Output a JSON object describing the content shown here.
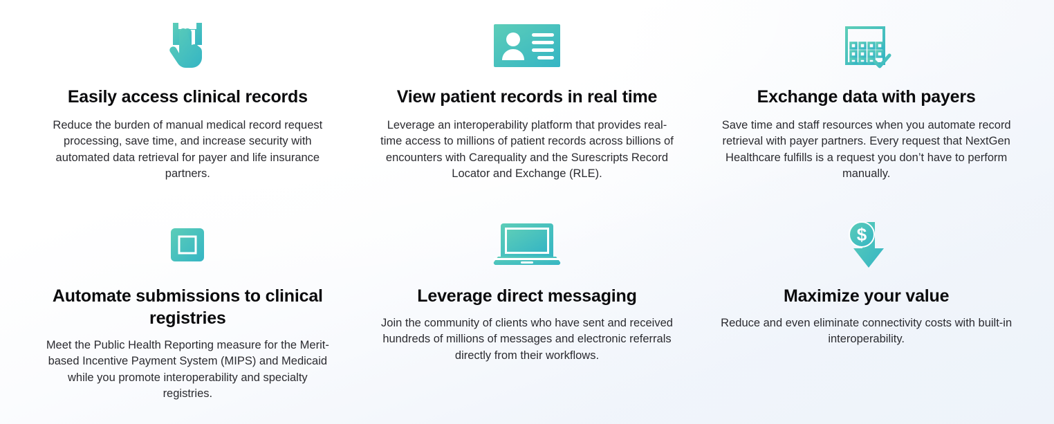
{
  "theme": {
    "accent_light": "#5ccdb8",
    "accent_dark": "#35b5c4",
    "title_color": "#0b0b0d",
    "body_color": "#2b2b30",
    "background_start": "#ffffff",
    "background_end": "#eef3fa"
  },
  "features": [
    {
      "icon": "tap-hand-icon",
      "title": "Easily access clinical records",
      "body": "Reduce the burden of manual medical record request processing, save time, and increase security with automated data retrieval for payer and life insurance partners."
    },
    {
      "icon": "id-card-icon",
      "title": "View patient records in real time",
      "body": "Leverage an interoperability platform that provides real-time access to millions of patient records across billions of encounters with Carequality and the Surescripts Record Locator and Exchange (RLE)."
    },
    {
      "icon": "calendar-check-icon",
      "title": "Exchange data with payers",
      "body": "Save time and staff resources when you automate record retrieval with payer partners. Every request that NextGen Healthcare fulfills is a request you don’t have to perform manually."
    },
    {
      "icon": "microchip-icon",
      "title": "Automate submissions to clinical registries",
      "body": "Meet the Public Health Reporting measure for the Merit-based Incentive Payment System (MIPS) and Medicaid while you promote interoperability and specialty registries."
    },
    {
      "icon": "laptop-icon",
      "title": "Leverage direct messaging",
      "body": "Join the community of clients who have sent and received hundreds of millions of messages and electronic referrals directly from their workflows."
    },
    {
      "icon": "dollar-down-arrow-icon",
      "title": "Maximize your value",
      "body": "Reduce and even eliminate connectivity costs with built-in interoperability."
    }
  ]
}
